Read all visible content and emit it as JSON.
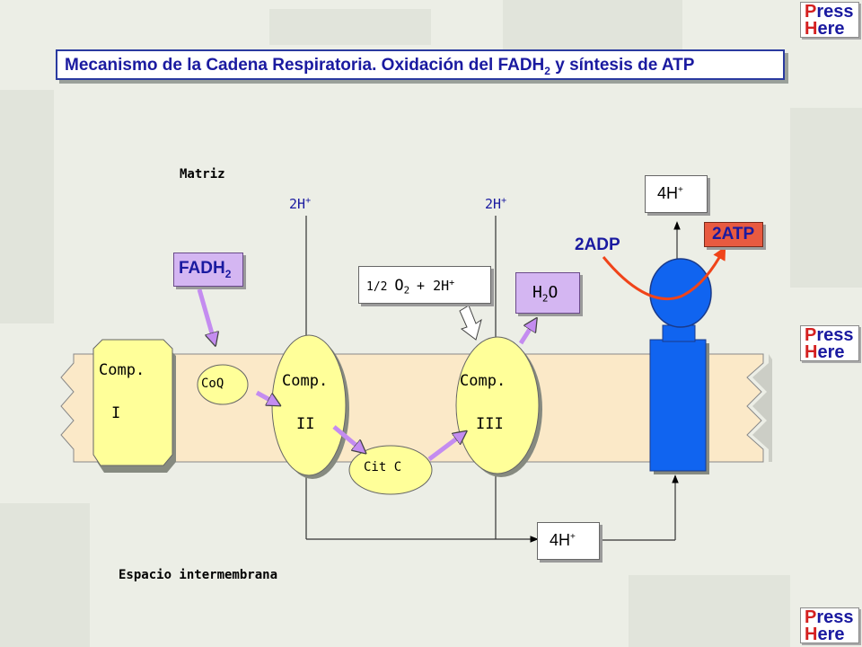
{
  "title": {
    "main": "Mecanismo de la Cadena Respiratoria. Oxidación del FADH",
    "sub": "2",
    "end": " y síntesis de ATP"
  },
  "press_buttons": [
    {
      "cap1": "P",
      "rest1": "ress",
      "cap2": "H",
      "rest2": "ere"
    },
    {
      "cap1": "P",
      "rest1": "ress",
      "cap2": "H",
      "rest2": "ere"
    },
    {
      "cap1": "P",
      "rest1": "ress",
      "cap2": "H",
      "rest2": "ere"
    }
  ],
  "diagram": {
    "matriz": "Matriz",
    "espacio": "Espacio intermembrana",
    "proton_2h_left": "2H",
    "proton_2h_right": "2H",
    "proton_plus": "+",
    "fadh": "FADH",
    "fadh_sub": "2",
    "coq": "CoQ",
    "comp1_a": "Comp.",
    "comp1_b": "I",
    "comp2_a": "Comp.",
    "comp2_b": "II",
    "comp3_a": "Comp.",
    "comp3_b": "III",
    "citc": "Cit C",
    "oxygen_frac": "1/2",
    "oxygen_o": "O",
    "oxygen_sub": "2",
    "oxygen_rest": "+ 2H",
    "water_h": "H",
    "water_sub": "2",
    "water_o": "O",
    "top_4h": "4H",
    "bottom_4h": "4H",
    "adp": "2ADP",
    "atp": "2ATP"
  },
  "colors": {
    "membrane": "#fbe9c8",
    "complex_fill": "#ffff99",
    "fadh_fill": "#d4b6f2",
    "arrow_purple": "#c48cf0",
    "atp_synthase": "#1064f0",
    "atp_box": "#e85a40",
    "adp_arrow": "#f0441a",
    "title_blue": "#1a1aa0"
  }
}
